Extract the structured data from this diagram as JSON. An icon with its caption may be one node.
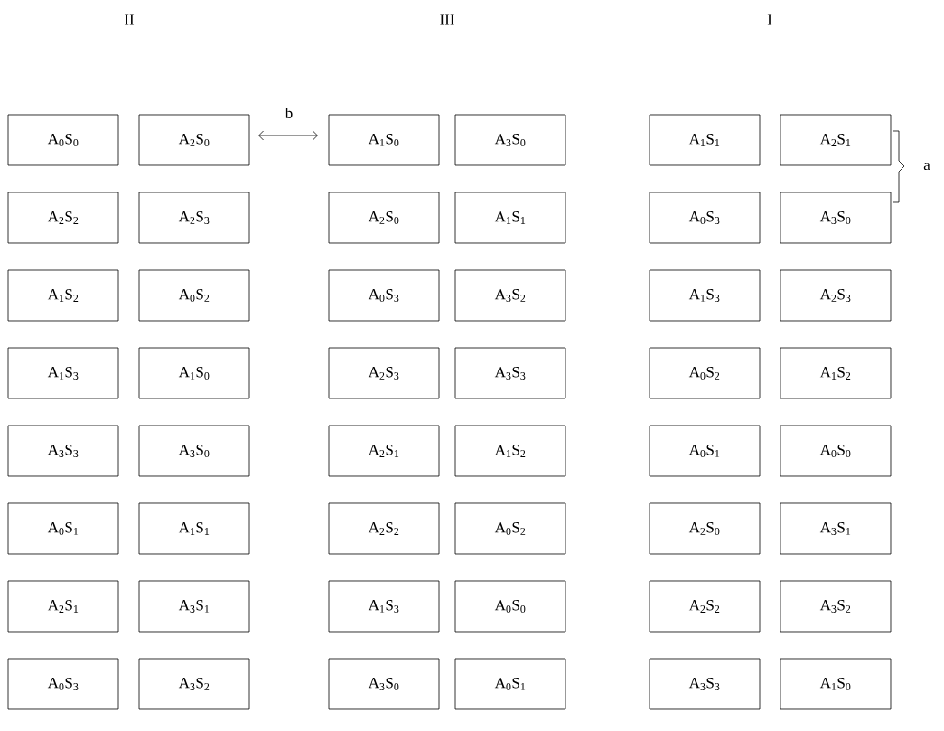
{
  "diagram": {
    "nodes": [
      {
        "text": [
          "A$_{0}$S$_{0}$"
        ]
      },
      {
        "text": [
          "A$_{2}$S$_{0}$"
        ]
      },
      {
        "text": [
          "A$_{1}$S$_{0}$"
        ]
      },
      {
        "text": [
          "A$_{3}$S$_{0}$"
        ]
      },
      {
        "text": [
          "A$_{1}$S$_{1}$"
        ]
      },
      {
        "text": [
          "A$_{2}$S$_{1}$"
        ]
      },
      {
        "text": [
          "A$_{2}$S$_{2}$"
        ]
      },
      {
        "text": [
          "A$_{2}$S$_{3}$"
        ]
      },
      {
        "text": [
          "A$_{2}$S$_{0}$"
        ]
      },
      {
        "text": [
          "A$_{1}$S$_{1}$"
        ]
      },
      {
        "text": [
          "A$_{0}$S$_{3}$"
        ]
      },
      {
        "text": [
          "A$_{3}$S$_{0}$"
        ]
      },
      {
        "text": [
          "A$_{1}$S$_{2}$"
        ]
      },
      {
        "text": [
          "A$_{0}$S$_{2}$"
        ]
      },
      {
        "text": [
          "A$_{0}$S$_{3}$"
        ]
      },
      {
        "text": [
          "A$_{3}$S$_{2}$"
        ]
      },
      {
        "text": [
          "A$_{1}$S$_{3}$"
        ]
      },
      {
        "text": [
          "A$_{2}$S$_{3}$"
        ]
      },
      {
        "text": [
          "A$_{1}$S$_{3}$"
        ]
      },
      {
        "text": [
          "A$_{1}$S$_{0}$"
        ]
      },
      {
        "text": [
          "A$_{2}$S$_{3}$"
        ]
      },
      {
        "text": [
          "A$_{3}$S$_{3}$"
        ]
      },
      {
        "text": [
          "A$_{0}$S$_{2}$"
        ]
      },
      {
        "text": [
          "A$_{1}$S$_{2}$"
        ]
      },
      {
        "text": [
          "A$_{3}$S$_{3}$"
        ]
      },
      {
        "text": [
          "A$_{3}$S$_{0}$"
        ]
      },
      {
        "text": [
          "A$_{2}$S$_{1}$"
        ]
      },
      {
        "text": [
          "A$_{1}$S$_{2}$"
        ]
      },
      {
        "text": [
          "A$_{0}$S$_{1}$"
        ]
      },
      {
        "text": [
          "A$_{0}$S$_{0}$"
        ]
      },
      {
        "text": [
          "A$_{0}$S$_{1}$"
        ]
      },
      {
        "text": [
          "A$_{1}$S$_{1}$"
        ]
      },
      {
        "text": [
          "A$_{2}$S$_{2}$"
        ]
      },
      {
        "text": [
          "A$_{0}$S$_{2}$"
        ]
      },
      {
        "text": [
          "A$_{2}$S$_{0}$"
        ]
      },
      {
        "text": [
          "A$_{3}$S$_{1}$"
        ]
      },
      {
        "text": [
          "A$_{2}$S$_{1}$"
        ]
      },
      {
        "text": [
          "A$_{3}$S$_{1}$"
        ]
      },
      {
        "text": [
          "A$_{1}$S$_{3}$"
        ]
      },
      {
        "text": [
          "A$_{0}$S$_{0}$"
        ]
      },
      {
        "text": [
          "A$_{2}$S$_{2}$"
        ]
      },
      {
        "text": [
          "A$_{3}$S$_{2}$"
        ]
      },
      {
        "text": [
          "A$_{0}$S$_{3}$"
        ]
      },
      {
        "text": [
          "A$_{3}$S$_{2}$"
        ]
      },
      {
        "text": [
          "A$_{3}$S$_{0}$"
        ]
      },
      {
        "text": [
          "A$_{0}$S$_{1}$"
        ]
      },
      {
        "text": [
          "A$_{3}$S$_{3}$"
        ]
      },
      {
        "text": [
          "A$_{1}$S$_{0}$"
        ]
      }
    ],
    "labels": [
      "II",
      "III",
      "I",
      "b",
      "a"
    ]
  }
}
